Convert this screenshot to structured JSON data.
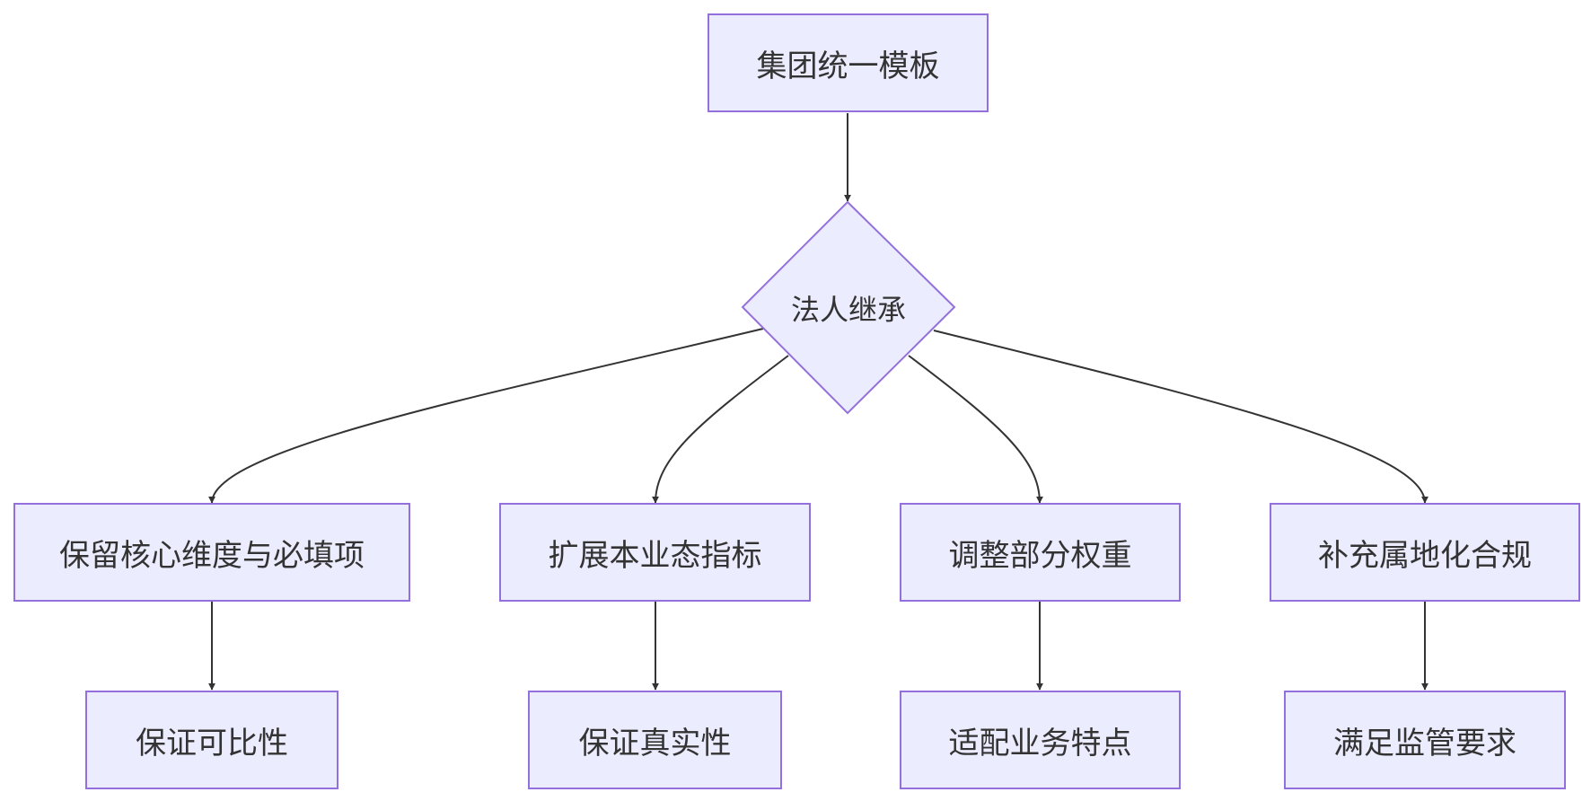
{
  "colors": {
    "node_fill": "#ececff",
    "node_border": "#9370db",
    "edge": "#333333",
    "text": "#333333"
  },
  "nodes": {
    "root": "集团统一模板",
    "decision": "法人继承",
    "branch_1": "保留核心维度与必填项",
    "branch_2": "扩展本业态指标",
    "branch_3": "调整部分权重",
    "branch_4": "补充属地化合规",
    "result_1": "保证可比性",
    "result_2": "保证真实性",
    "result_3": "适配业务特点",
    "result_4": "满足监管要求"
  },
  "edges": [
    {
      "from": "root",
      "to": "decision"
    },
    {
      "from": "decision",
      "to": "branch_1"
    },
    {
      "from": "decision",
      "to": "branch_2"
    },
    {
      "from": "decision",
      "to": "branch_3"
    },
    {
      "from": "decision",
      "to": "branch_4"
    },
    {
      "from": "branch_1",
      "to": "result_1"
    },
    {
      "from": "branch_2",
      "to": "result_2"
    },
    {
      "from": "branch_3",
      "to": "result_3"
    },
    {
      "from": "branch_4",
      "to": "result_4"
    }
  ]
}
